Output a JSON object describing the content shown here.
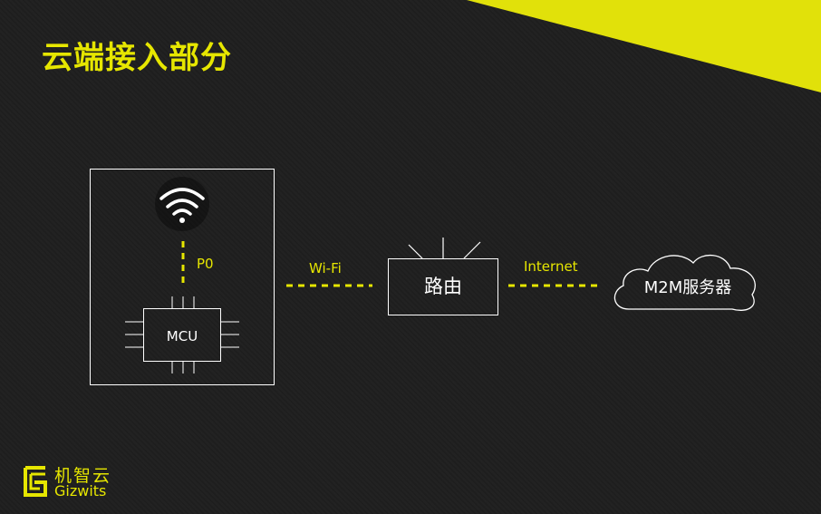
{
  "slide": {
    "title": "云端接入部分"
  },
  "diagram": {
    "mcu_label": "MCU",
    "p0_label": "P0",
    "wifi_label": "Wi-Fi",
    "router_label": "路由",
    "internet_label": "Internet",
    "cloud_label": "M2M服务器"
  },
  "logo": {
    "cn": "机智云",
    "en": "Gizwits"
  },
  "icons": [
    "wifi-icon",
    "chip-icon",
    "router-antenna-icon",
    "cloud-icon",
    "gizwits-logo-icon"
  ],
  "colors": {
    "background": "#1f1f1f",
    "accent_yellow": "#e6e600",
    "line_white": "#ffffff"
  }
}
